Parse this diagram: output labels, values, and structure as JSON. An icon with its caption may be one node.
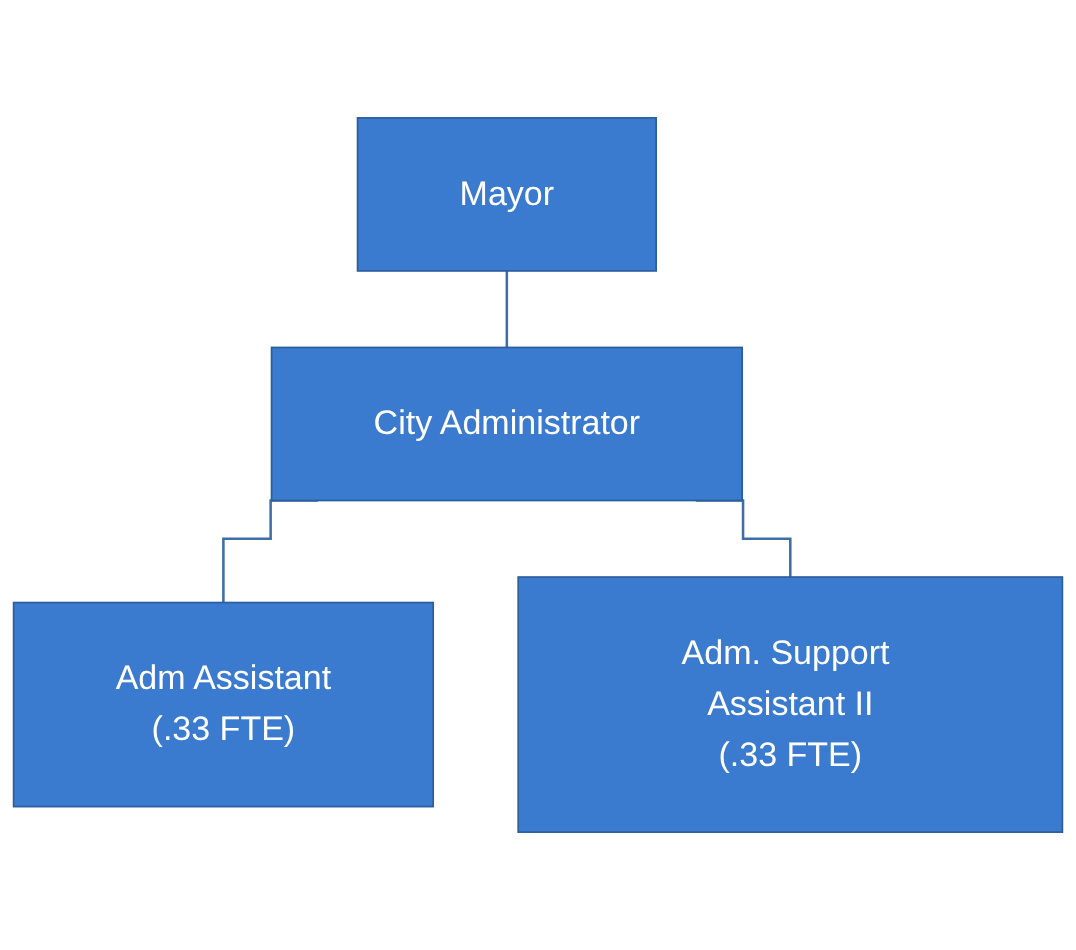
{
  "diagram": {
    "nodes": [
      {
        "text": [
          "Mayor"
        ]
      },
      {
        "text": [
          "City Administrator"
        ]
      },
      {
        "text": [
          "Adm Assistant",
          "(.33 FTE)"
        ]
      },
      {
        "text": [
          "Adm. Support Assistant II",
          "(.33 FTE)"
        ]
      }
    ],
    "edges": [
      {
        "from": 0,
        "to": 1,
        "arrow": "none"
      },
      {
        "from": 1,
        "to": 2,
        "arrow": "none"
      },
      {
        "from": 1,
        "to": 3,
        "arrow": "none"
      }
    ]
  }
}
